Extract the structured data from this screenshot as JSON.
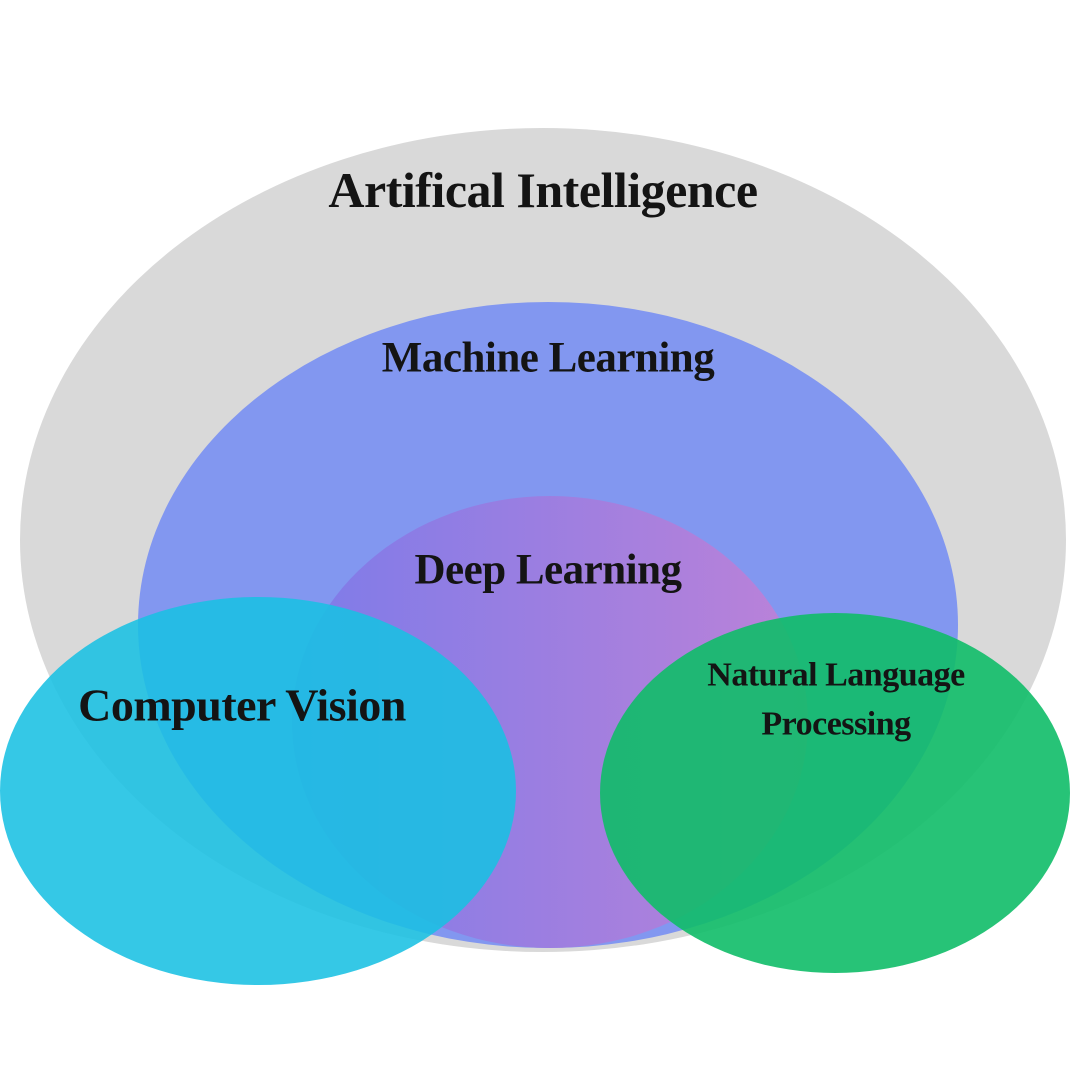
{
  "diagram": {
    "type": "euler-venn",
    "description": "Nested and overlapping ellipses showing AI concept hierarchy",
    "structure": "Artifical Intelligence contains Machine Learning, which contains Deep Learning; Computer Vision and Natural Language Processing overlap the lower left and lower right of the nested sets",
    "sets": {
      "ai": {
        "label": "Artifical Intelligence"
      },
      "ml": {
        "label": "Machine Learning"
      },
      "dl": {
        "label": "Deep Learning"
      },
      "cv": {
        "label": "Computer Vision"
      },
      "nlp": {
        "label": "Natural Language Processing",
        "lines": [
          "Natural Language",
          "Processing"
        ]
      }
    }
  },
  "colors": {
    "background": "#ffffff",
    "ai_gray": "#d9d9d9",
    "ml_blue": "#8297f0",
    "dl_gradient": "linear-gradient(90deg, #7d7be9, #bc82d8)",
    "dl_gradient_start": "#7d7be9",
    "dl_gradient_end": "#bc82d8",
    "cv_cyan": "rgba(25, 192, 226, 0.88)",
    "nlp_green": "rgba(16, 188, 104, 0.9)",
    "label_text": "#141414"
  }
}
